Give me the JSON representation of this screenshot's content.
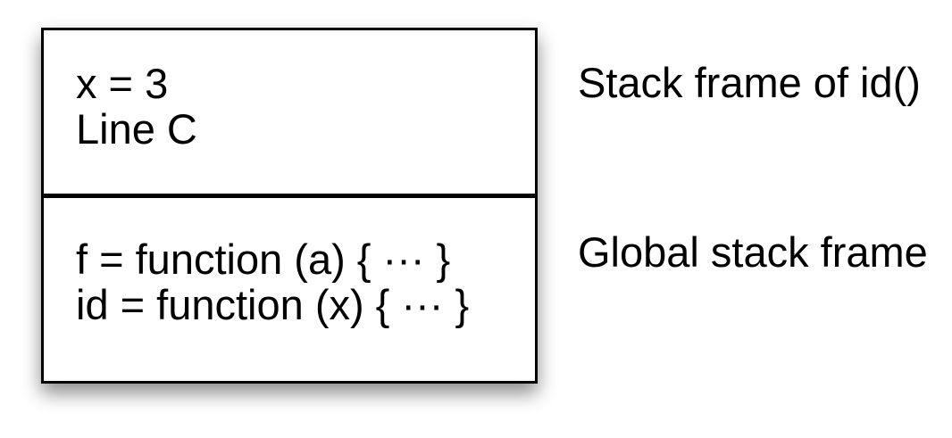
{
  "diagram": {
    "title": "stack frames diagram",
    "colors": {
      "background": "#ffffff",
      "border": "#000000",
      "text": "#000000"
    },
    "frames": [
      {
        "id": "id-frame",
        "lines": [
          "x = 3",
          "Line C"
        ],
        "label": "Stack frame of id()"
      },
      {
        "id": "global-frame",
        "lines": [
          "f = function (a) { ··· }",
          "id = function (x) { ··· }"
        ],
        "label": "Global stack frame"
      }
    ]
  }
}
